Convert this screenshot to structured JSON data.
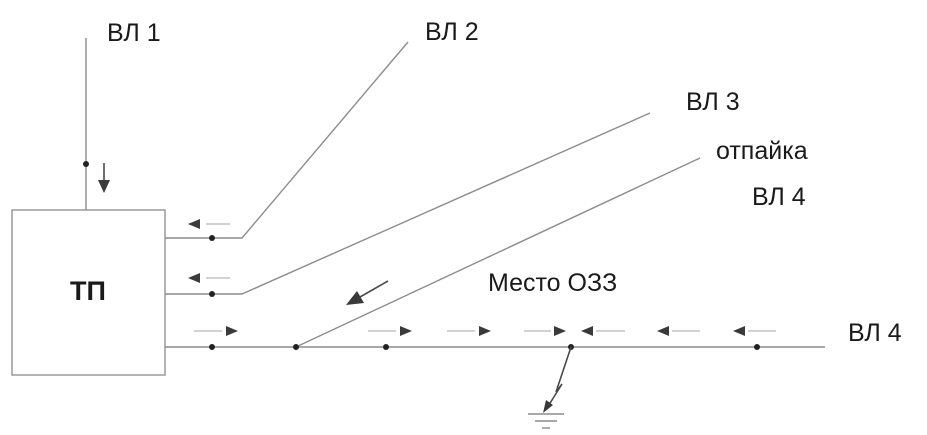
{
  "substation": {
    "label": "ТП"
  },
  "lines": {
    "vl1": "ВЛ 1",
    "vl2": "ВЛ 2",
    "vl3": "ВЛ 3",
    "tap_line1": "отпайка",
    "tap_line2": "ВЛ 4",
    "vl4": "ВЛ 4"
  },
  "fault": {
    "label": "Место ОЗЗ"
  },
  "colors": {
    "line": "#8c8c8c",
    "text": "#1a1a1a",
    "arrow": "#3a3a3a"
  }
}
